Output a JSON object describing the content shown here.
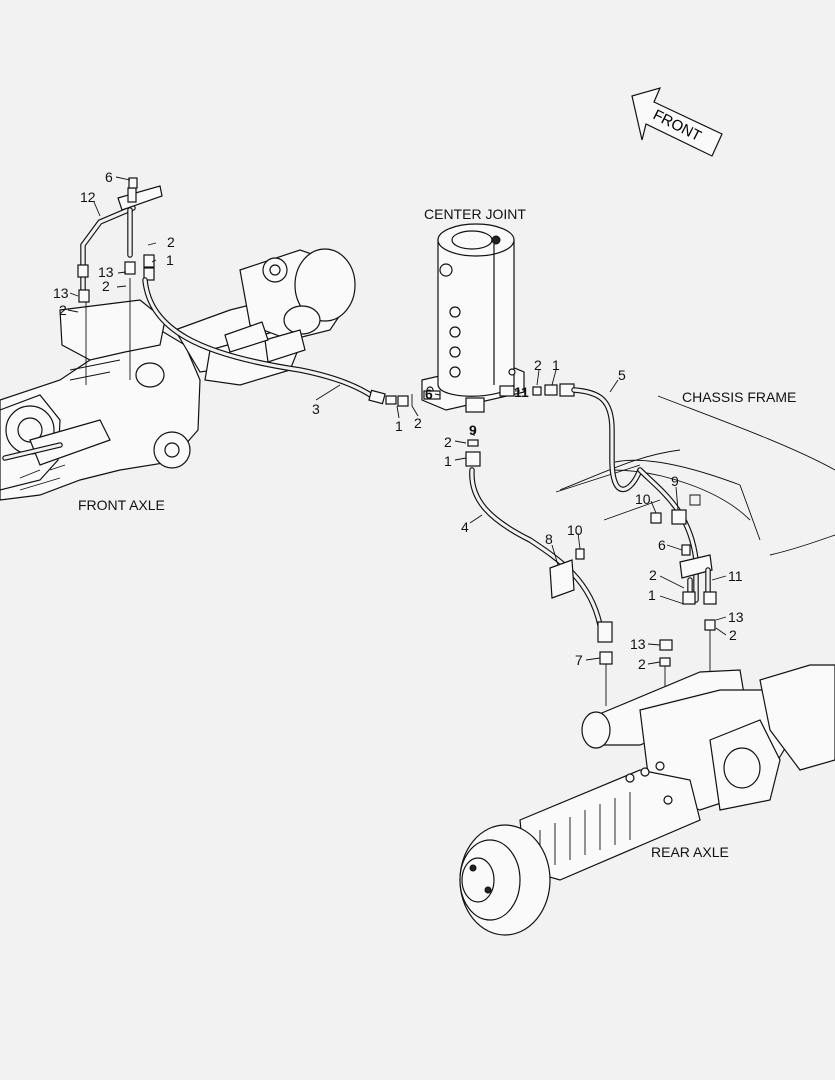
{
  "diagram": {
    "section_labels": {
      "center_joint": "CENTER JOINT",
      "chassis_frame": "CHASSIS FRAME",
      "front_axle": "FRONT AXLE",
      "rear_axle": "REAR AXLE",
      "front_arrow": "FRONT"
    },
    "callouts": [
      {
        "id": "c-6-top",
        "text": "6"
      },
      {
        "id": "c-12",
        "text": "12"
      },
      {
        "id": "c-2-a",
        "text": "2"
      },
      {
        "id": "c-1-a",
        "text": "1"
      },
      {
        "id": "c-13-a",
        "text": "13"
      },
      {
        "id": "c-2-b",
        "text": "2"
      },
      {
        "id": "c-13-b",
        "text": "13"
      },
      {
        "id": "c-2-c",
        "text": "2"
      },
      {
        "id": "c-3",
        "text": "3"
      },
      {
        "id": "c-1-b",
        "text": "1"
      },
      {
        "id": "c-2-d",
        "text": "2"
      },
      {
        "id": "c-6-cj",
        "text": "6"
      },
      {
        "id": "c-11-cj",
        "text": "11"
      },
      {
        "id": "c-2-e",
        "text": "2"
      },
      {
        "id": "c-1-c",
        "text": "1"
      },
      {
        "id": "c-5",
        "text": "5"
      },
      {
        "id": "c-9-cj",
        "text": "9"
      },
      {
        "id": "c-2-f",
        "text": "2"
      },
      {
        "id": "c-1-d",
        "text": "1"
      },
      {
        "id": "c-4",
        "text": "4"
      },
      {
        "id": "c-10-a",
        "text": "10"
      },
      {
        "id": "c-9-b",
        "text": "9"
      },
      {
        "id": "c-10-b",
        "text": "10"
      },
      {
        "id": "c-8",
        "text": "8"
      },
      {
        "id": "c-6-r",
        "text": "6"
      },
      {
        "id": "c-2-g",
        "text": "2"
      },
      {
        "id": "c-11-r",
        "text": "11"
      },
      {
        "id": "c-1-e",
        "text": "1"
      },
      {
        "id": "c-13-c",
        "text": "13"
      },
      {
        "id": "c-2-h",
        "text": "2"
      },
      {
        "id": "c-13-d",
        "text": "13"
      },
      {
        "id": "c-2-i",
        "text": "2"
      },
      {
        "id": "c-7",
        "text": "7"
      }
    ]
  }
}
